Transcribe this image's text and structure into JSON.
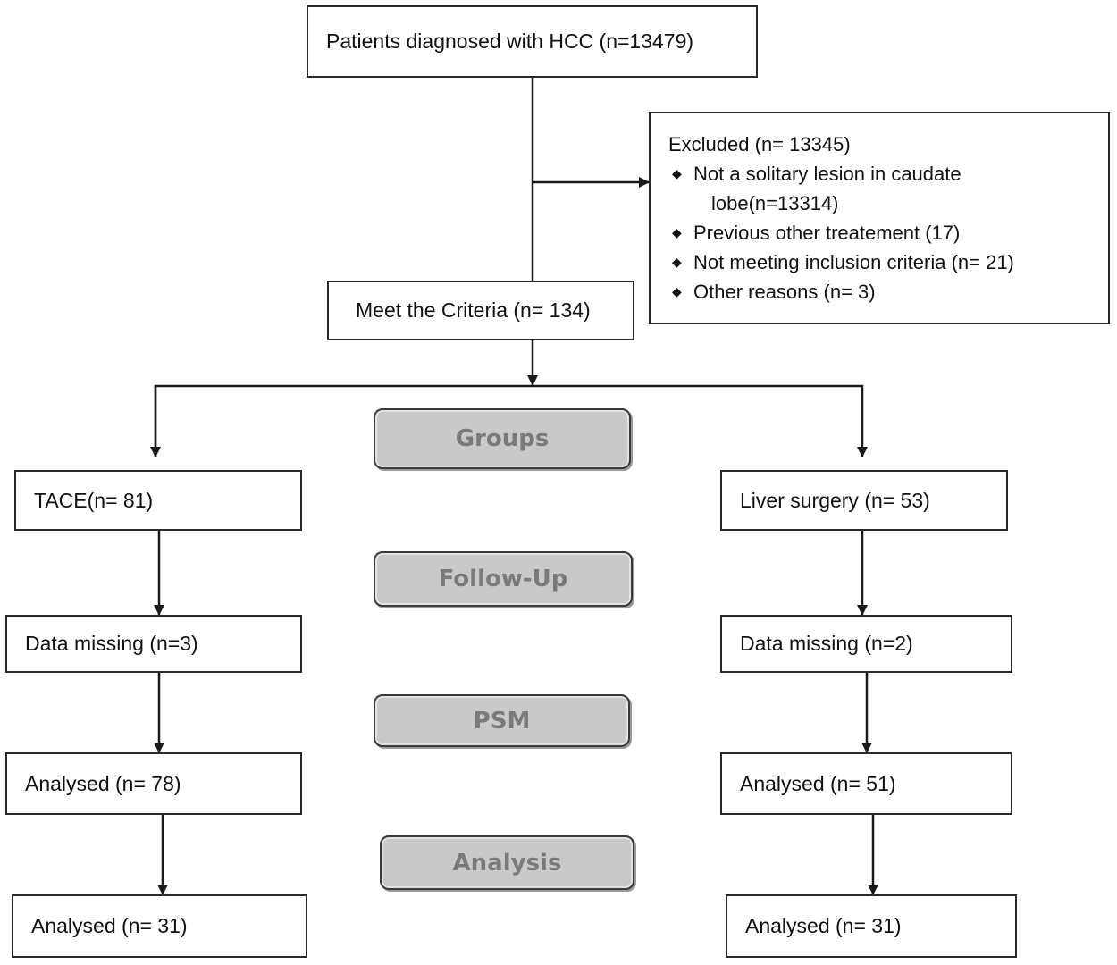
{
  "boxes": {
    "patients": "Patients diagnosed with HCC (n=13479)",
    "criteria": "Meet the Criteria (n= 134)",
    "tace": "TACE(n= 81)",
    "liver_surgery": "Liver surgery (n= 53)",
    "tace_missing": "Data missing (n=3)",
    "liver_missing": "Data missing (n=2)",
    "tace_analysed_pre": "Analysed  (n= 78)",
    "liver_analysed_pre": "Analysed  (n= 51)",
    "tace_analysed_final": "Analysed  (n= 31)",
    "liver_analysed_final": "Analysed  (n= 31)"
  },
  "excluded": {
    "title": "Excluded  (n= 13345)",
    "bullet_icon": "diamond",
    "items": [
      {
        "line1": "Not a solitary lesion in caudate",
        "line2": "lobe(n=13314)"
      },
      {
        "line1": "Previous other treatement (17)"
      },
      {
        "line1": "Not meeting inclusion criteria (n= 21)"
      },
      {
        "line1": "Other reasons (n= 3)"
      }
    ]
  },
  "stages": {
    "groups": "Groups",
    "follow_up": "Follow-Up",
    "psm": "PSM",
    "analysis": "Analysis"
  },
  "colors": {
    "line": "#1a1a1a",
    "stage_fill": "#c9c9c9",
    "stage_text": "#7a7a7a"
  }
}
